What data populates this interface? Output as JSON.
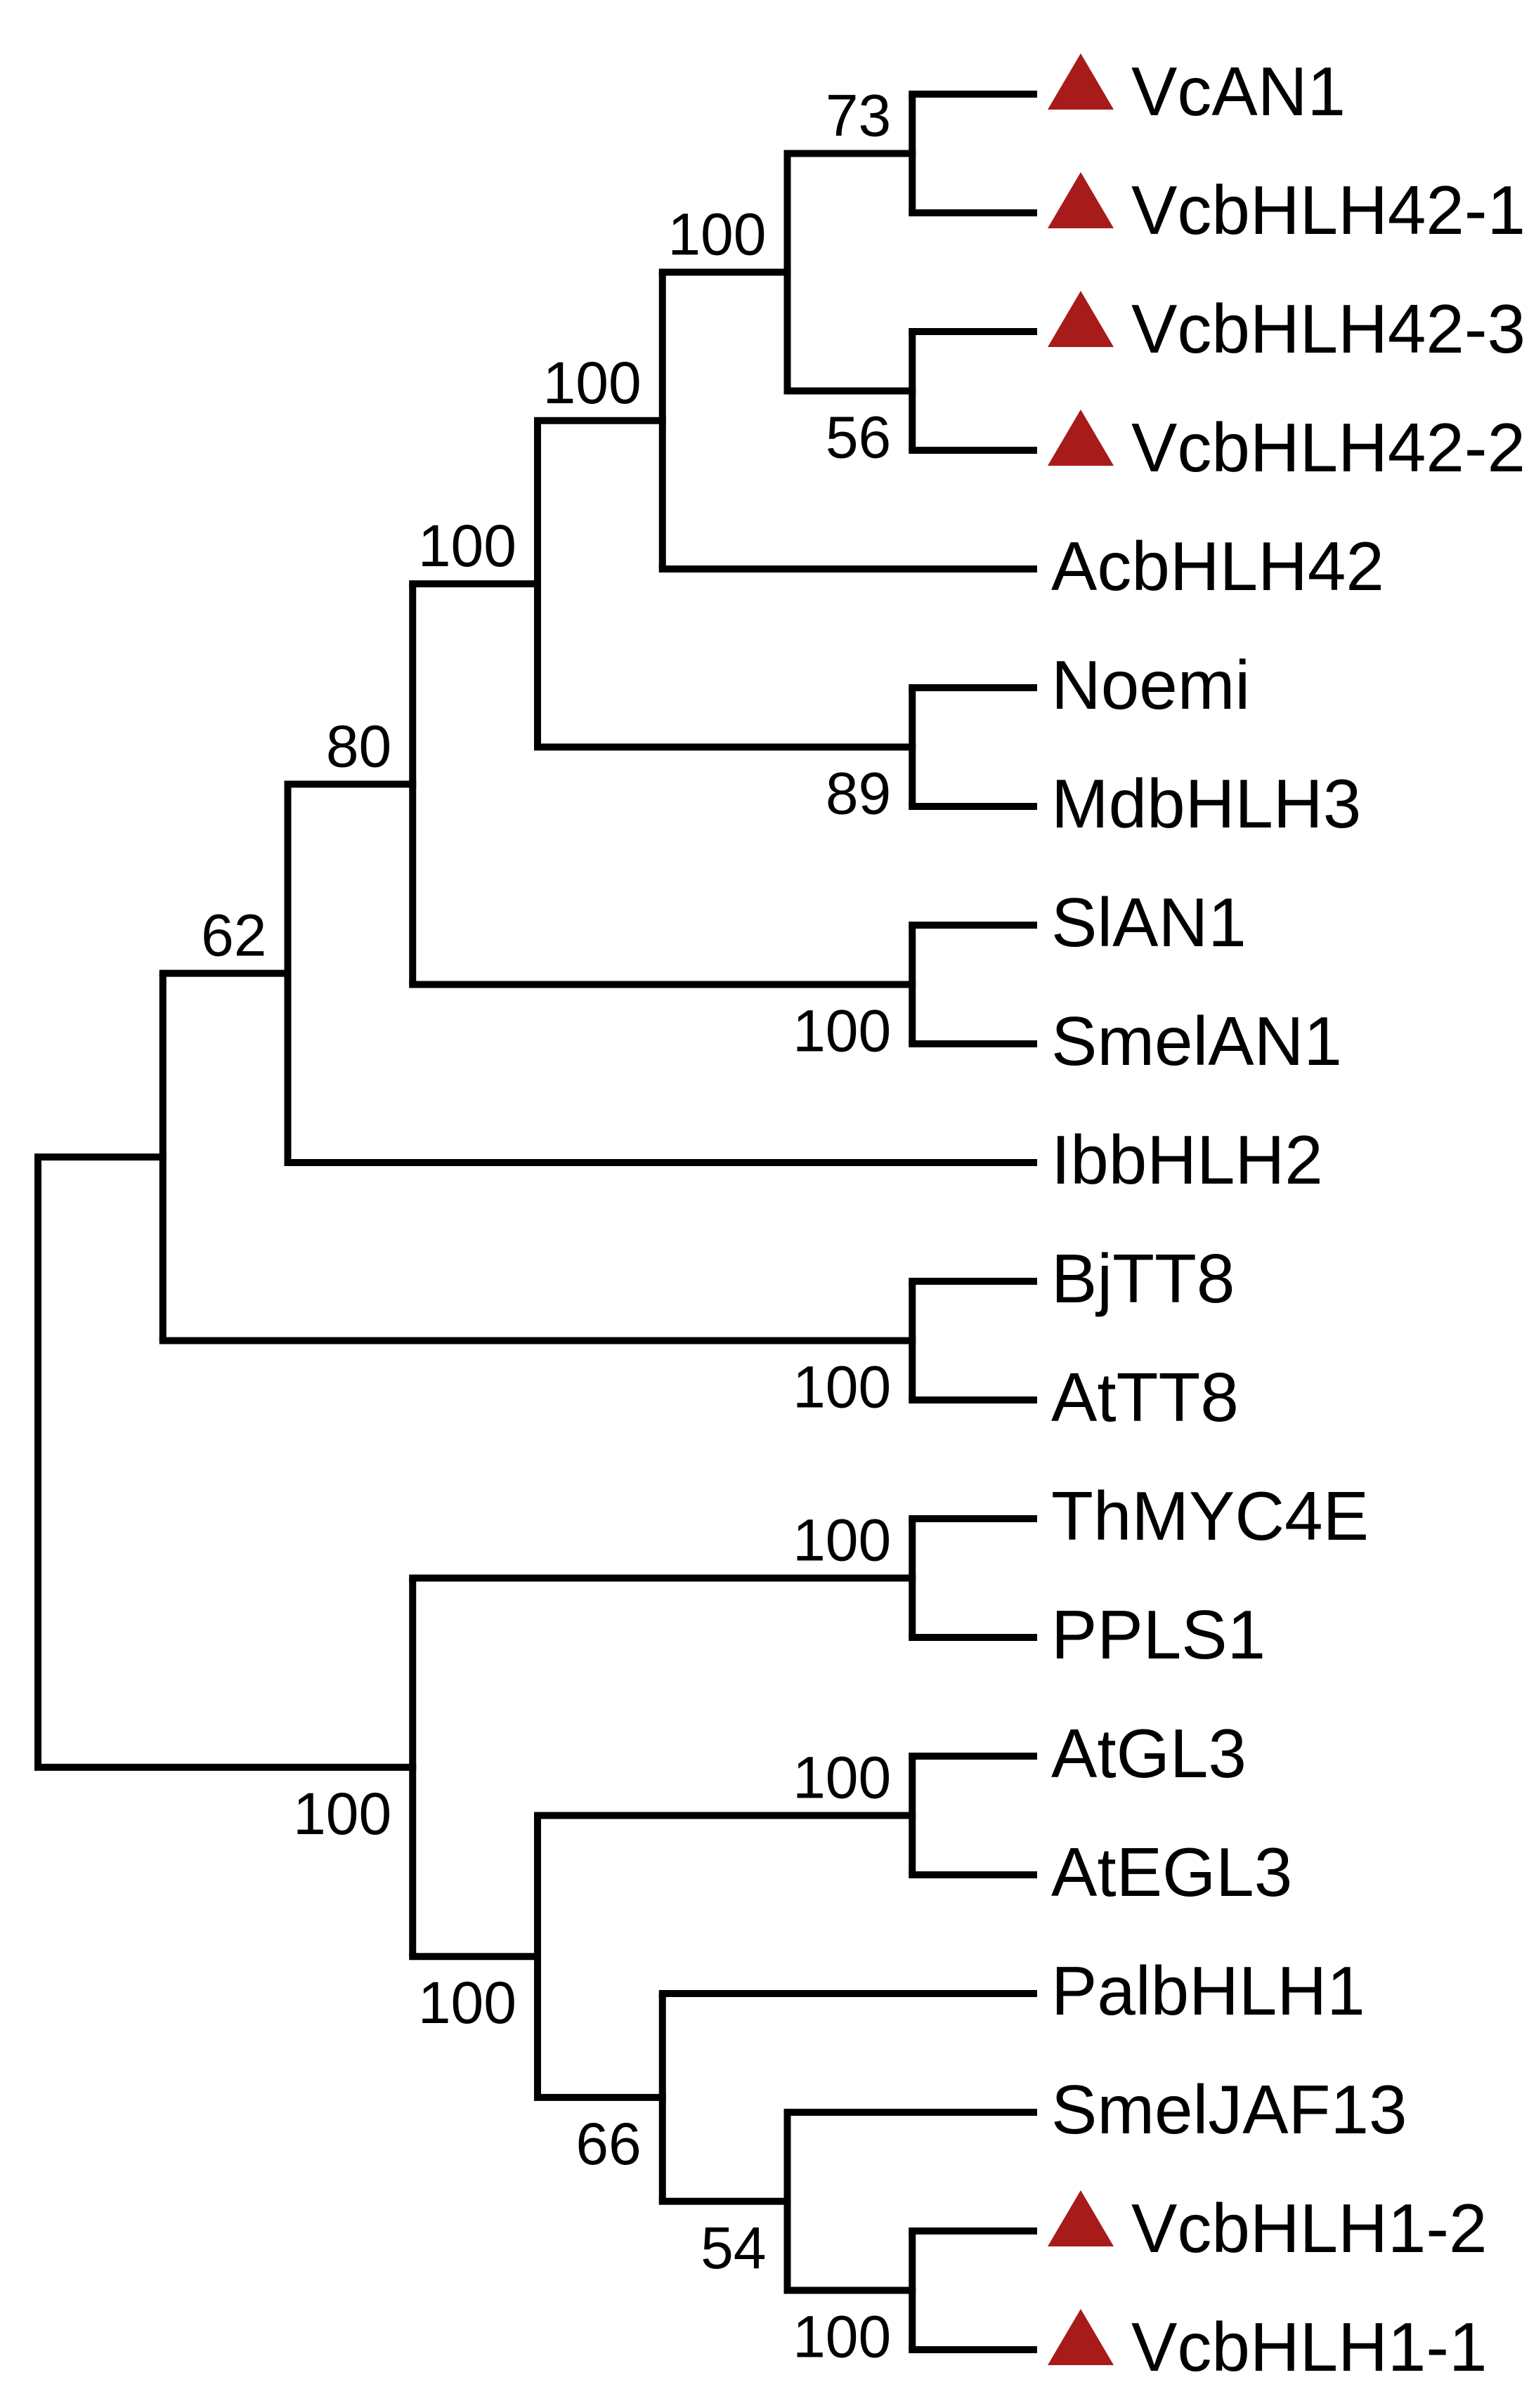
{
  "figure": {
    "kind": "phylogenetic tree cladogram",
    "taxa_count": 20,
    "marker_shape": "triangle",
    "marker_meaning": "highlighted taxa"
  },
  "colors": {
    "background": "#ffffff",
    "branch": "#000000",
    "text": "#000000",
    "marker": "#a81b1b"
  },
  "taxa": [
    {
      "name": "VcAN1",
      "marked": true
    },
    {
      "name": "VcbHLH42-1",
      "marked": true
    },
    {
      "name": "VcbHLH42-3",
      "marked": true
    },
    {
      "name": "VcbHLH42-2",
      "marked": true
    },
    {
      "name": "AcbHLH42",
      "marked": false
    },
    {
      "name": "Noemi",
      "marked": false
    },
    {
      "name": "MdbHLH3",
      "marked": false
    },
    {
      "name": "SlAN1",
      "marked": false
    },
    {
      "name": "SmelAN1",
      "marked": false
    },
    {
      "name": "IbbHLH2",
      "marked": false
    },
    {
      "name": "BjTT8",
      "marked": false
    },
    {
      "name": "AtTT8",
      "marked": false
    },
    {
      "name": "ThMYC4E",
      "marked": false
    },
    {
      "name": "PPLS1",
      "marked": false
    },
    {
      "name": "AtGL3",
      "marked": false
    },
    {
      "name": "AtEGL3",
      "marked": false
    },
    {
      "name": "PalbHLH1",
      "marked": false
    },
    {
      "name": "SmelJAF13",
      "marked": false
    },
    {
      "name": "VcbHLH1-2",
      "marked": true
    },
    {
      "name": "VcbHLH1-1",
      "marked": true
    }
  ],
  "bootstrap_values": [
    "73",
    "100",
    "56",
    "100",
    "100",
    "89",
    "80",
    "100",
    "62",
    "100",
    "100",
    "100",
    "100",
    "100",
    "66",
    "54",
    "100"
  ],
  "tree": {
    "support": null,
    "children": [
      {
        "support": null,
        "children": [
          {
            "support": "62",
            "children": [
              {
                "support": "80",
                "children": [
                  {
                    "support": "100",
                    "children": [
                      {
                        "support": "100",
                        "children": [
                          {
                            "support": "100",
                            "children": [
                              {
                                "support": "73",
                                "children": [
                                  {
                                    "leaf": "VcAN1",
                                    "marked": true
                                  },
                                  {
                                    "leaf": "VcbHLH42-1",
                                    "marked": true
                                  }
                                ]
                              },
                              {
                                "support": "56",
                                "children": [
                                  {
                                    "leaf": "VcbHLH42-3",
                                    "marked": true
                                  },
                                  {
                                    "leaf": "VcbHLH42-2",
                                    "marked": true
                                  }
                                ]
                              }
                            ]
                          },
                          {
                            "leaf": "AcbHLH42",
                            "marked": false
                          }
                        ]
                      },
                      {
                        "support": "89",
                        "children": [
                          {
                            "leaf": "Noemi",
                            "marked": false
                          },
                          {
                            "leaf": "MdbHLH3",
                            "marked": false
                          }
                        ]
                      }
                    ]
                  },
                  {
                    "support": "100",
                    "children": [
                      {
                        "leaf": "SlAN1",
                        "marked": false
                      },
                      {
                        "leaf": "SmelAN1",
                        "marked": false
                      }
                    ]
                  }
                ]
              },
              {
                "leaf": "IbbHLH2",
                "marked": false
              }
            ]
          },
          {
            "support": "100",
            "children": [
              {
                "leaf": "BjTT8",
                "marked": false
              },
              {
                "leaf": "AtTT8",
                "marked": false
              }
            ]
          }
        ]
      },
      {
        "support": "100",
        "children": [
          {
            "support": "100",
            "children": [
              {
                "leaf": "ThMYC4E",
                "marked": false
              },
              {
                "leaf": "PPLS1",
                "marked": false
              }
            ]
          },
          {
            "support": "100",
            "children": [
              {
                "support": "100",
                "children": [
                  {
                    "leaf": "AtGL3",
                    "marked": false
                  },
                  {
                    "leaf": "AtEGL3",
                    "marked": false
                  }
                ]
              },
              {
                "support": "66",
                "children": [
                  {
                    "leaf": "PalbHLH1",
                    "marked": false
                  },
                  {
                    "support": "54",
                    "children": [
                      {
                        "leaf": "SmelJAF13",
                        "marked": false
                      },
                      {
                        "support": "100",
                        "children": [
                          {
                            "leaf": "VcbHLH1-2",
                            "marked": true
                          },
                          {
                            "leaf": "VcbHLH1-1",
                            "marked": true
                          }
                        ]
                      }
                    ]
                  }
                ]
              }
            ]
          }
        ]
      }
    ]
  }
}
